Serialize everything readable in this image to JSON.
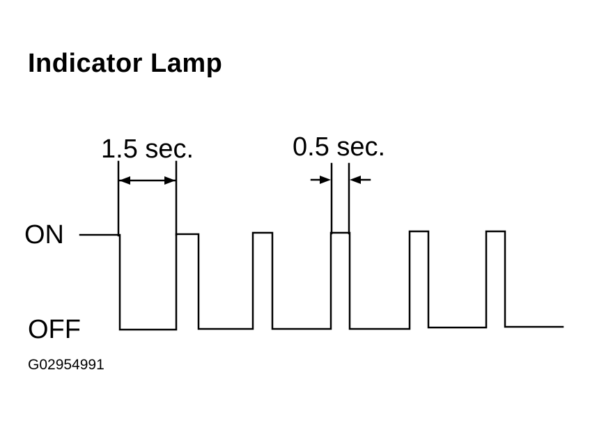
{
  "title": "Indicator Lamp",
  "levels": {
    "on_label": "ON",
    "off_label": "OFF"
  },
  "dimensions": {
    "long_label": "1.5 sec.",
    "short_label": "0.5 sec."
  },
  "figure_id": "G02954991",
  "colors": {
    "line": "#000000",
    "background": "#ffffff"
  }
}
